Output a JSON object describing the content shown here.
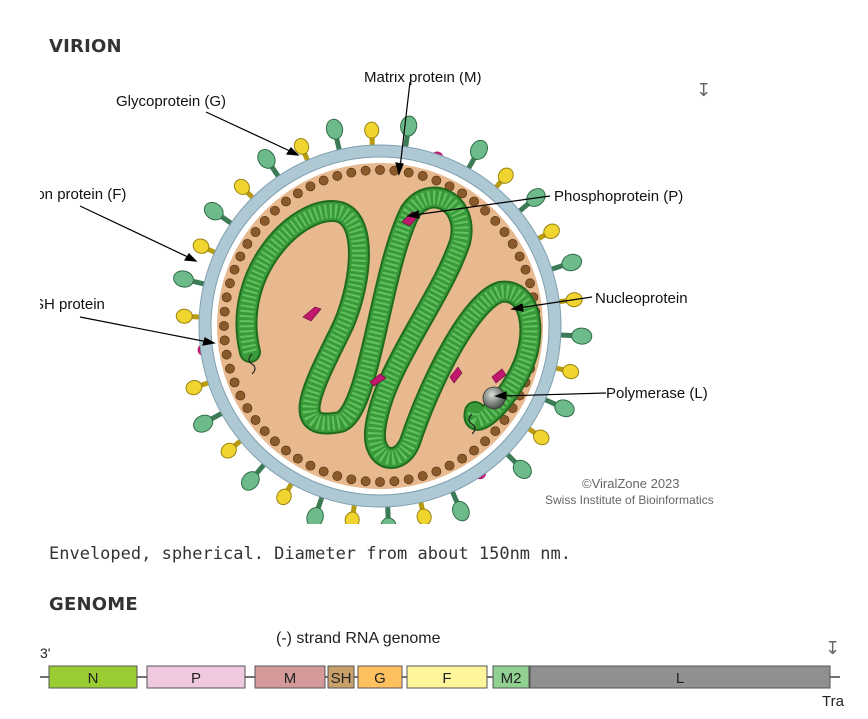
{
  "virion": {
    "heading": "VIRION",
    "labels": {
      "glycoprotein": "Glycoprotein (G)",
      "matrix": "Matrix protein (M)",
      "fusion": "Fusion protein (F)",
      "sh": "SH protein",
      "phospho": "Phosphoprotein  (P)",
      "nucleo": "Nucleoprotein",
      "polymerase": "Polymerase  (L)"
    },
    "credit": "©ViralZone 2023",
    "credit_org": "Swiss Institute of Bioinformatics",
    "description": "Enveloped, spherical. Diameter from about 150nm nm.",
    "download_icon": "download-icon"
  },
  "genome": {
    "heading": "GENOME",
    "strand_label": "(-) strand RNA genome",
    "left_marker": "3'",
    "right_label": "Tra",
    "download_icon": "download-icon",
    "genes": [
      {
        "name": "N",
        "color": "#9acd32"
      },
      {
        "name": "P",
        "color": "#f0c8e0"
      },
      {
        "name": "M",
        "color": "#d49a9a"
      },
      {
        "name": "SH",
        "color": "#c8a06a"
      },
      {
        "name": "G",
        "color": "#ffc060"
      },
      {
        "name": "F",
        "color": "#fff59a"
      },
      {
        "name": "M2",
        "color": "#90d090"
      },
      {
        "name": "L",
        "color": "#909090"
      }
    ]
  },
  "colors": {
    "interior": "#e8b98e",
    "membrane": "#aec8d4",
    "matrix_bead": "#8b5a2b",
    "nucleo": "#3a9a3a",
    "glyco_green": "#6dbb8a",
    "fusion_yellow": "#f0d530",
    "sh_magenta": "#c0186f"
  }
}
